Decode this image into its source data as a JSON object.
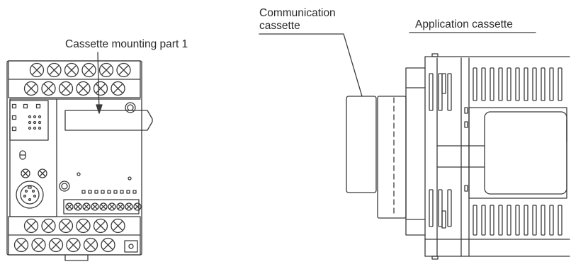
{
  "labels": {
    "cassette_mounting_part": "Cassette mounting part 1",
    "communication_cassette_line1": "Communication",
    "communication_cassette_line2": "cassette",
    "application_cassette": "Application cassette"
  },
  "colors": {
    "line": "#3a3a3a",
    "background": "#ffffff"
  }
}
